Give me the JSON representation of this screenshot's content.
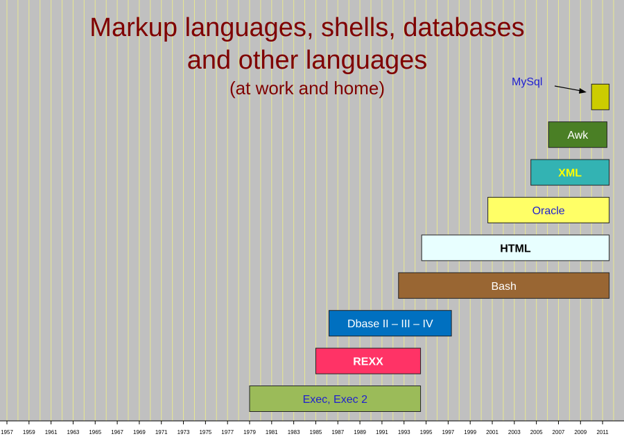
{
  "chart_data": {
    "type": "bar",
    "orientation": "horizontal-timeline",
    "title": "Markup languages, shells, databases",
    "title_line2": "and other languages",
    "subtitle": "(at work and home)",
    "xlim": [
      1957,
      2012
    ],
    "x_ticks": [
      "1957",
      "1959",
      "1961",
      "1963",
      "1965",
      "1967",
      "1969",
      "1971",
      "1973",
      "1975",
      "1977",
      "1979",
      "1981",
      "1983",
      "1985",
      "1987",
      "1989",
      "1991",
      "1993",
      "1995",
      "1997",
      "1999",
      "2001",
      "2003",
      "2005",
      "2007",
      "2009",
      "2011"
    ],
    "grid": "vertical lines every year, yellow",
    "background": "#c0c0c0",
    "series": [
      {
        "name": "Exec, Exec 2",
        "start": 1979.0,
        "end": 1994.5,
        "color": "#9bbb59",
        "text_color": "#1f1fcf",
        "bold": false
      },
      {
        "name": "REXX",
        "start": 1985.0,
        "end": 1994.5,
        "color": "#ff3366",
        "text_color": "#ffffff",
        "bold": true
      },
      {
        "name": "Dbase II – III – IV",
        "start": 1986.2,
        "end": 1997.3,
        "color": "#0070c0",
        "text_color": "#ffffff",
        "bold": false
      },
      {
        "name": "Bash",
        "start": 1992.5,
        "end": 2011.6,
        "color": "#996633",
        "text_color": "#ffffff",
        "bold": false
      },
      {
        "name": "HTML",
        "start": 1994.6,
        "end": 2011.6,
        "color": "#e8ffff",
        "text_color": "#000000",
        "bold": true
      },
      {
        "name": "Oracle",
        "start": 2000.6,
        "end": 2011.6,
        "color": "#ffff66",
        "text_color": "#1f1fcf",
        "bold": false
      },
      {
        "name": "XML",
        "start": 2004.5,
        "end": 2011.6,
        "color": "#33b3b3",
        "text_color": "#ffff00",
        "bold": true
      },
      {
        "name": "Awk",
        "start": 2006.1,
        "end": 2011.4,
        "color": "#4a7f25",
        "text_color": "#ffffff",
        "bold": false
      },
      {
        "name": "MySql",
        "start": 2010.0,
        "end": 2011.6,
        "color": "#cccc00",
        "text_color": "#1f1fcf",
        "bold": false,
        "external_label": true
      }
    ],
    "annotations": [
      {
        "text": "MySql",
        "arrow_to": "MySql"
      }
    ]
  }
}
